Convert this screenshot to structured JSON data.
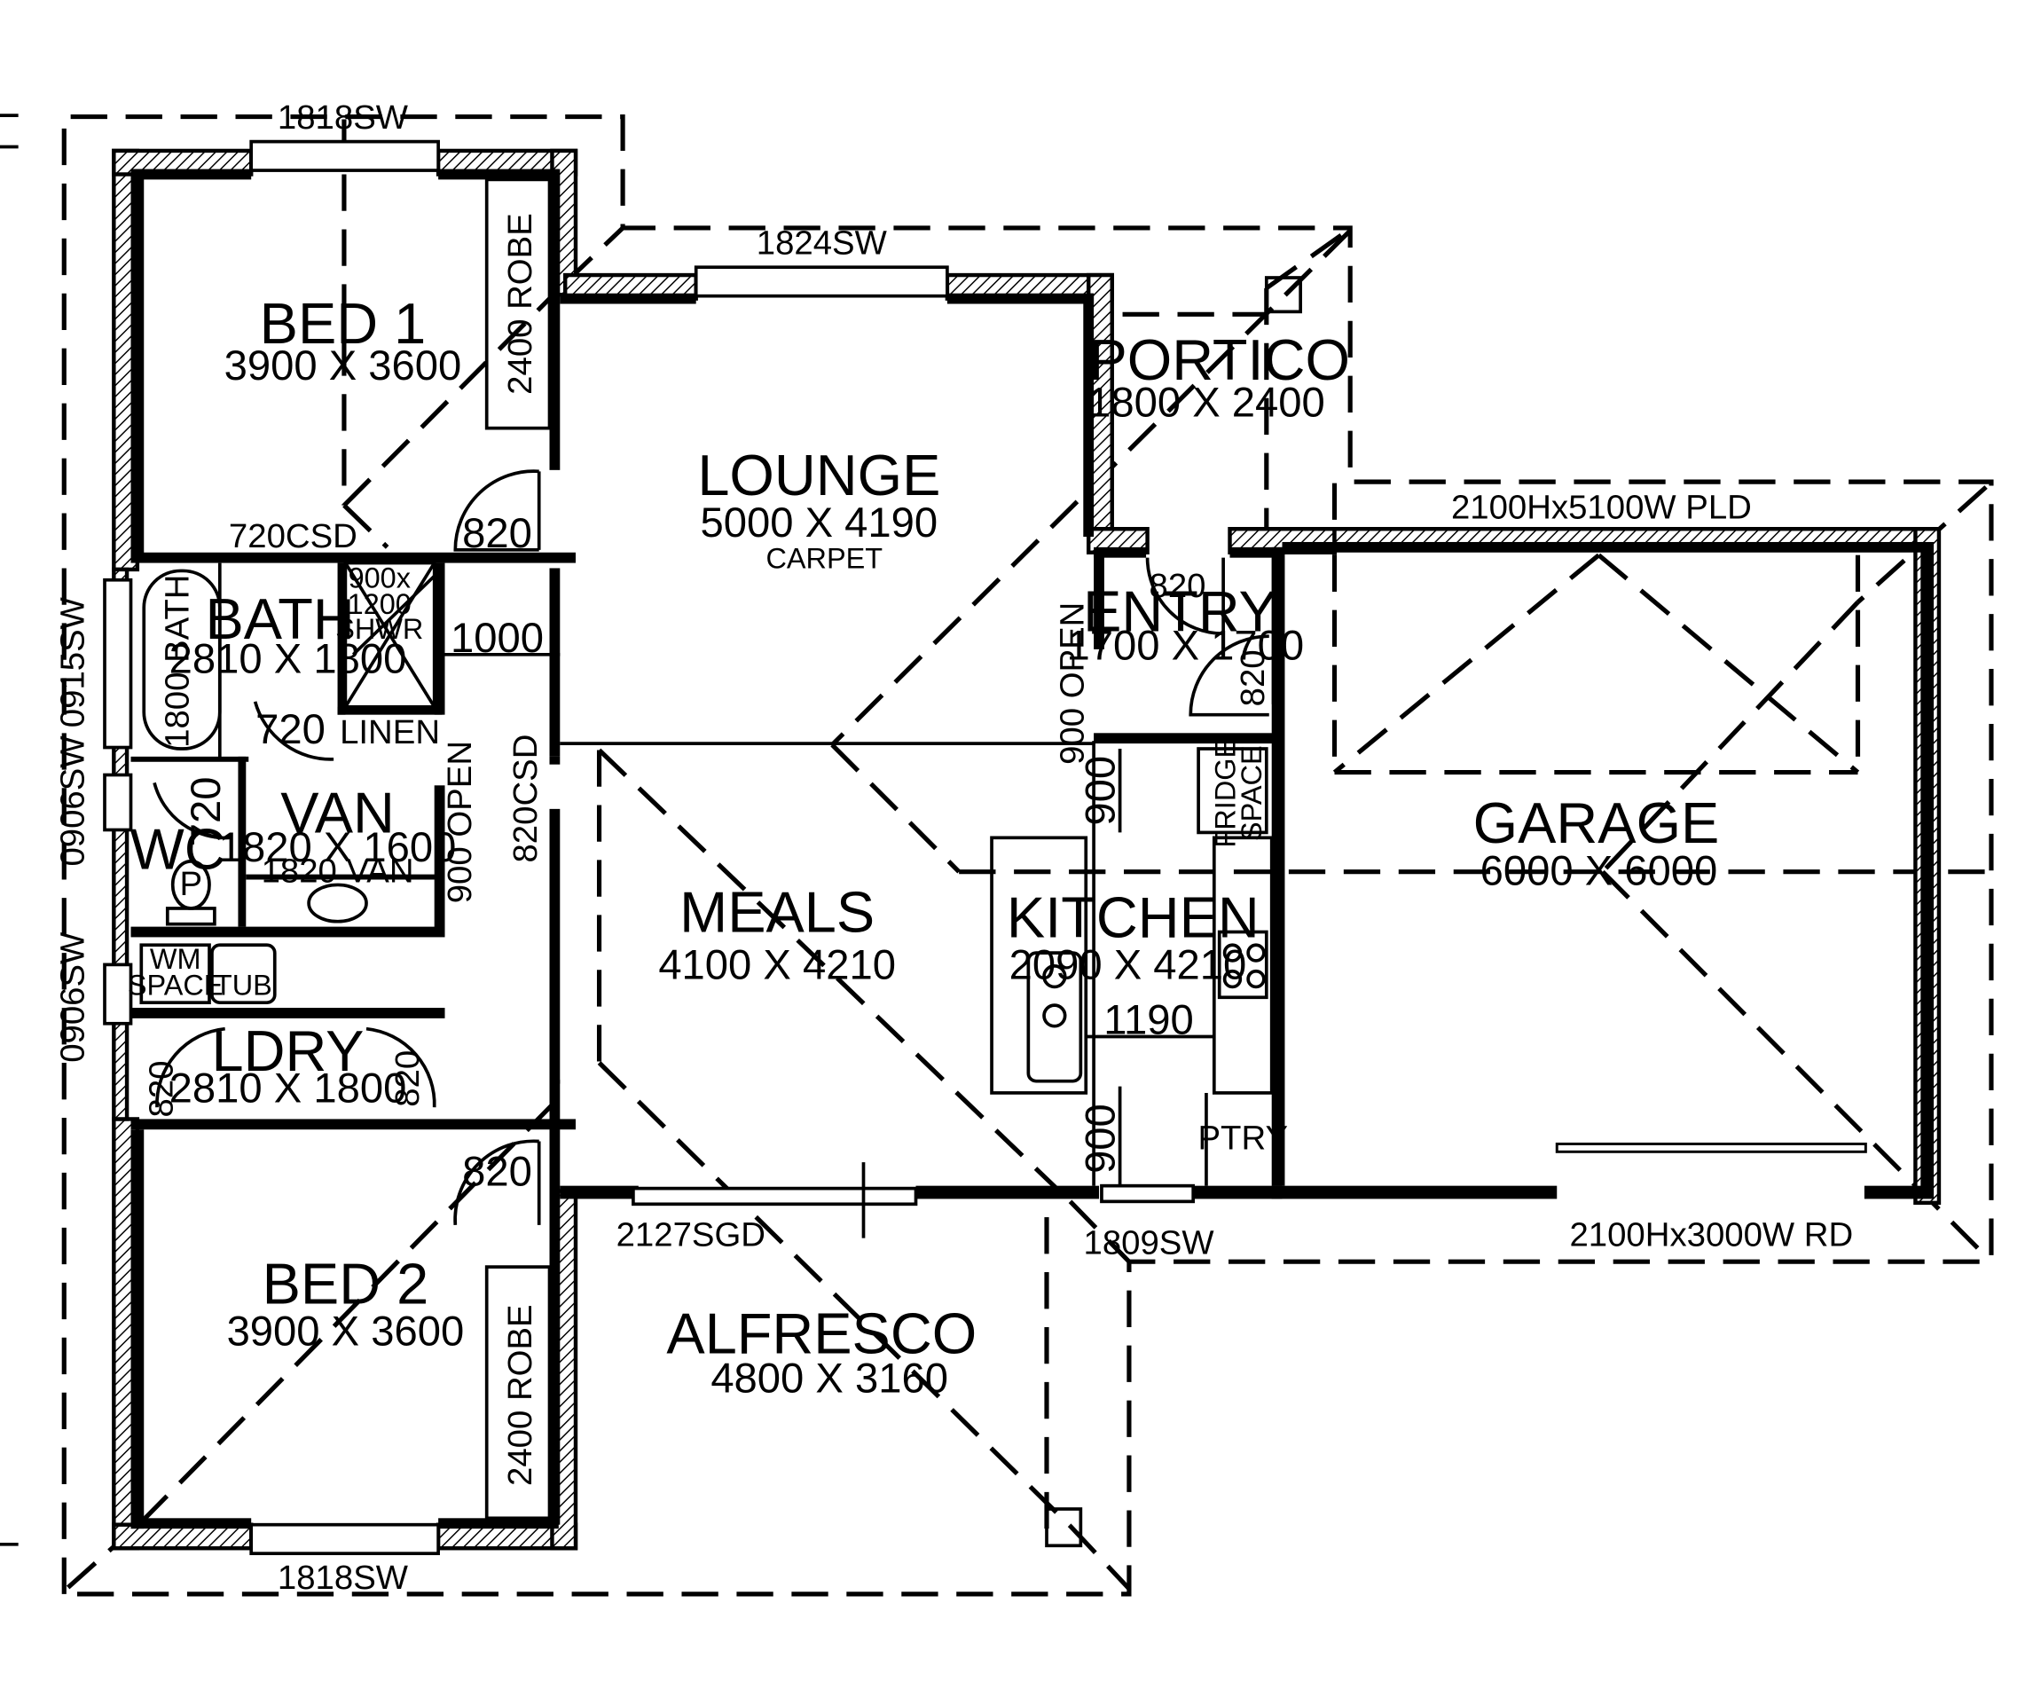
{
  "rooms": {
    "bed1": {
      "name": "BED 1",
      "size": "3900 X 3600"
    },
    "lounge": {
      "name": "LOUNGE",
      "size": "5000 X 4190",
      "finish": "CARPET"
    },
    "portico": {
      "name": "PORTICO",
      "size": "1800 X 2400"
    },
    "entry": {
      "name": "ENTRY",
      "size": "1700 X 1700"
    },
    "garage": {
      "name": "GARAGE",
      "size": "6000 X 6000"
    },
    "bath": {
      "name": "BATH",
      "size": "2810 X 1800"
    },
    "van": {
      "name": "VAN",
      "size": "1820 X 1600",
      "fixture": "1820 VAN"
    },
    "wc": {
      "name": "WC"
    },
    "meals": {
      "name": "MEALS",
      "size": "4100 X 4210"
    },
    "kitchen": {
      "name": "KITCHEN",
      "size": "2090 X 4210"
    },
    "ldry": {
      "name": "LDRY",
      "size": "2810 X 1800"
    },
    "bed2": {
      "name": "BED 2",
      "size": "3900 X 3600"
    },
    "alfresco": {
      "name": "ALFRESCO",
      "size": "4800 X 3160"
    }
  },
  "labels": {
    "bed1_window": "1818SW",
    "lounge_window": "1824SW",
    "garage_door_top": "2100Hx5100W PLD",
    "robe1": "2400 ROBE",
    "robe2": "2400 ROBE",
    "bed1_door_width": "820",
    "csd_720": "720CSD",
    "hall_width": "1000",
    "bath_window": "0915SW",
    "van_window": "0906SW",
    "ldry_window": "0906SW",
    "bath_tub": "1800 BATH",
    "shower_line1": "900x",
    "shower_line2": "1200",
    "shower_line3": "SHWR",
    "linen": "LINEN",
    "door_720a": "720",
    "door_720b": "720",
    "van_open": "900 OPEN",
    "csd_820": "820CSD",
    "entry_door": "820",
    "entry_side_door": "820",
    "entry_open": "900 OPEN",
    "fridge_line1": "FRIDGE",
    "fridge_line2": "SPACE",
    "kitchen_900_top": "900",
    "kitchen_1190": "1190",
    "kitchen_900_bottom": "900",
    "pantry": "PTRY",
    "wm_line1": "WM",
    "wm_line2": "SPACE",
    "tub": "TUB",
    "ldry_door_left": "820",
    "ldry_door_right": "820",
    "bed2_door_width": "820",
    "sgd": "2127SGD",
    "sw_1809": "1809SW",
    "garage_door_bottom": "2100Hx3000W RD",
    "bed2_window": "1818SW",
    "wc_pan": "P"
  }
}
